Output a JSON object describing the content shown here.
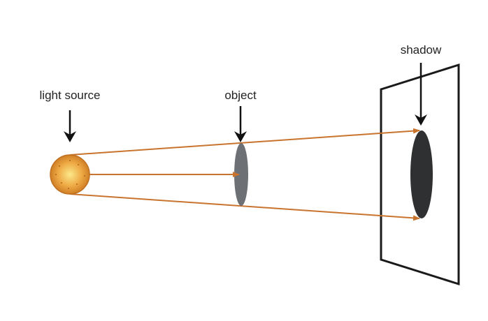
{
  "labels": {
    "light_source": "light source",
    "object": "object",
    "shadow": "shadow"
  },
  "colors": {
    "ray": "#c8742e",
    "sun_outer": "#d98a2c",
    "sun_inner": "#fbe88a",
    "object": "#6d7075",
    "shadow": "#2e3032",
    "screen": "#1a1a1a"
  }
}
